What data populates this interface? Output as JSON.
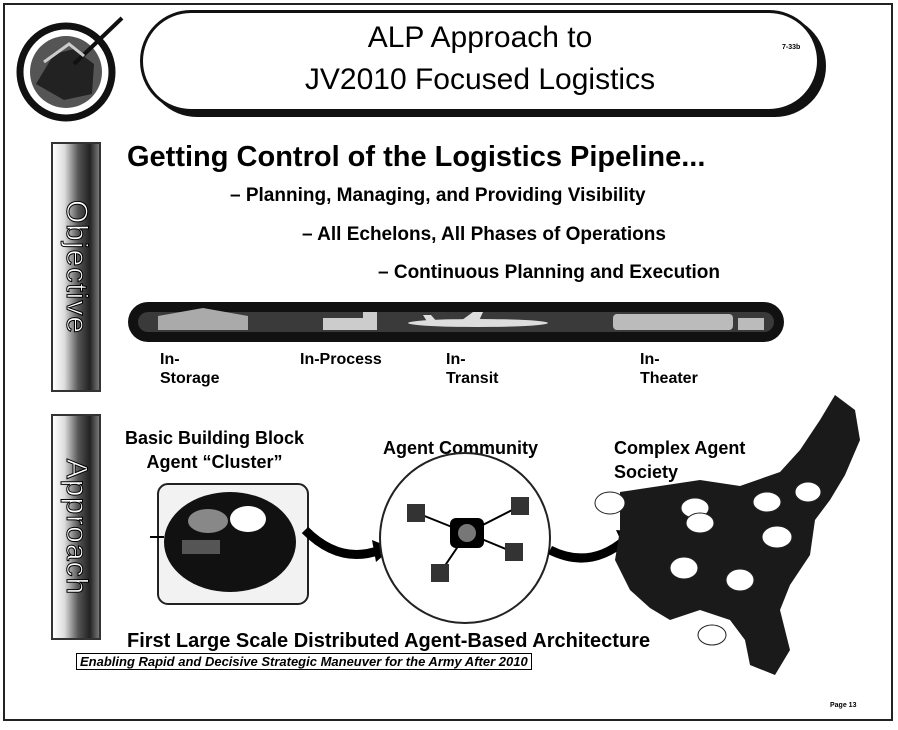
{
  "title": {
    "line1": "ALP Approach to",
    "line2": "JV2010 Focused Logistics",
    "slide_code": "7-33b"
  },
  "tabs": {
    "objective": "Objective",
    "approach": "Approach"
  },
  "objective": {
    "headline": "Getting Control of the Logistics Pipeline...",
    "points": [
      "– Planning, Managing, and Providing Visibility",
      "– All Echelons, All Phases of Operations",
      "– Continuous Planning and Execution"
    ],
    "stages": [
      {
        "line1": "In-",
        "line2": "Storage"
      },
      {
        "line1": "In-Process",
        "line2": ""
      },
      {
        "line1": "In-",
        "line2": "Transit"
      },
      {
        "line1": "In-",
        "line2": "Theater"
      }
    ]
  },
  "approach": {
    "block1_line1": "Basic Building Block",
    "block1_line2": "Agent “Cluster”",
    "block2": "Agent Community",
    "block3_line1": "Complex Agent",
    "block3_line2": "Society",
    "bottom": "First Large Scale Distributed Agent-Based Architecture"
  },
  "footer": "Enabling Rapid and Decisive Strategic Maneuver for the Army After 2010",
  "page": "Page 13",
  "colors": {
    "ink": "#000000",
    "map_fill": "#1a1a1a",
    "node_fill": "#ffffff"
  }
}
